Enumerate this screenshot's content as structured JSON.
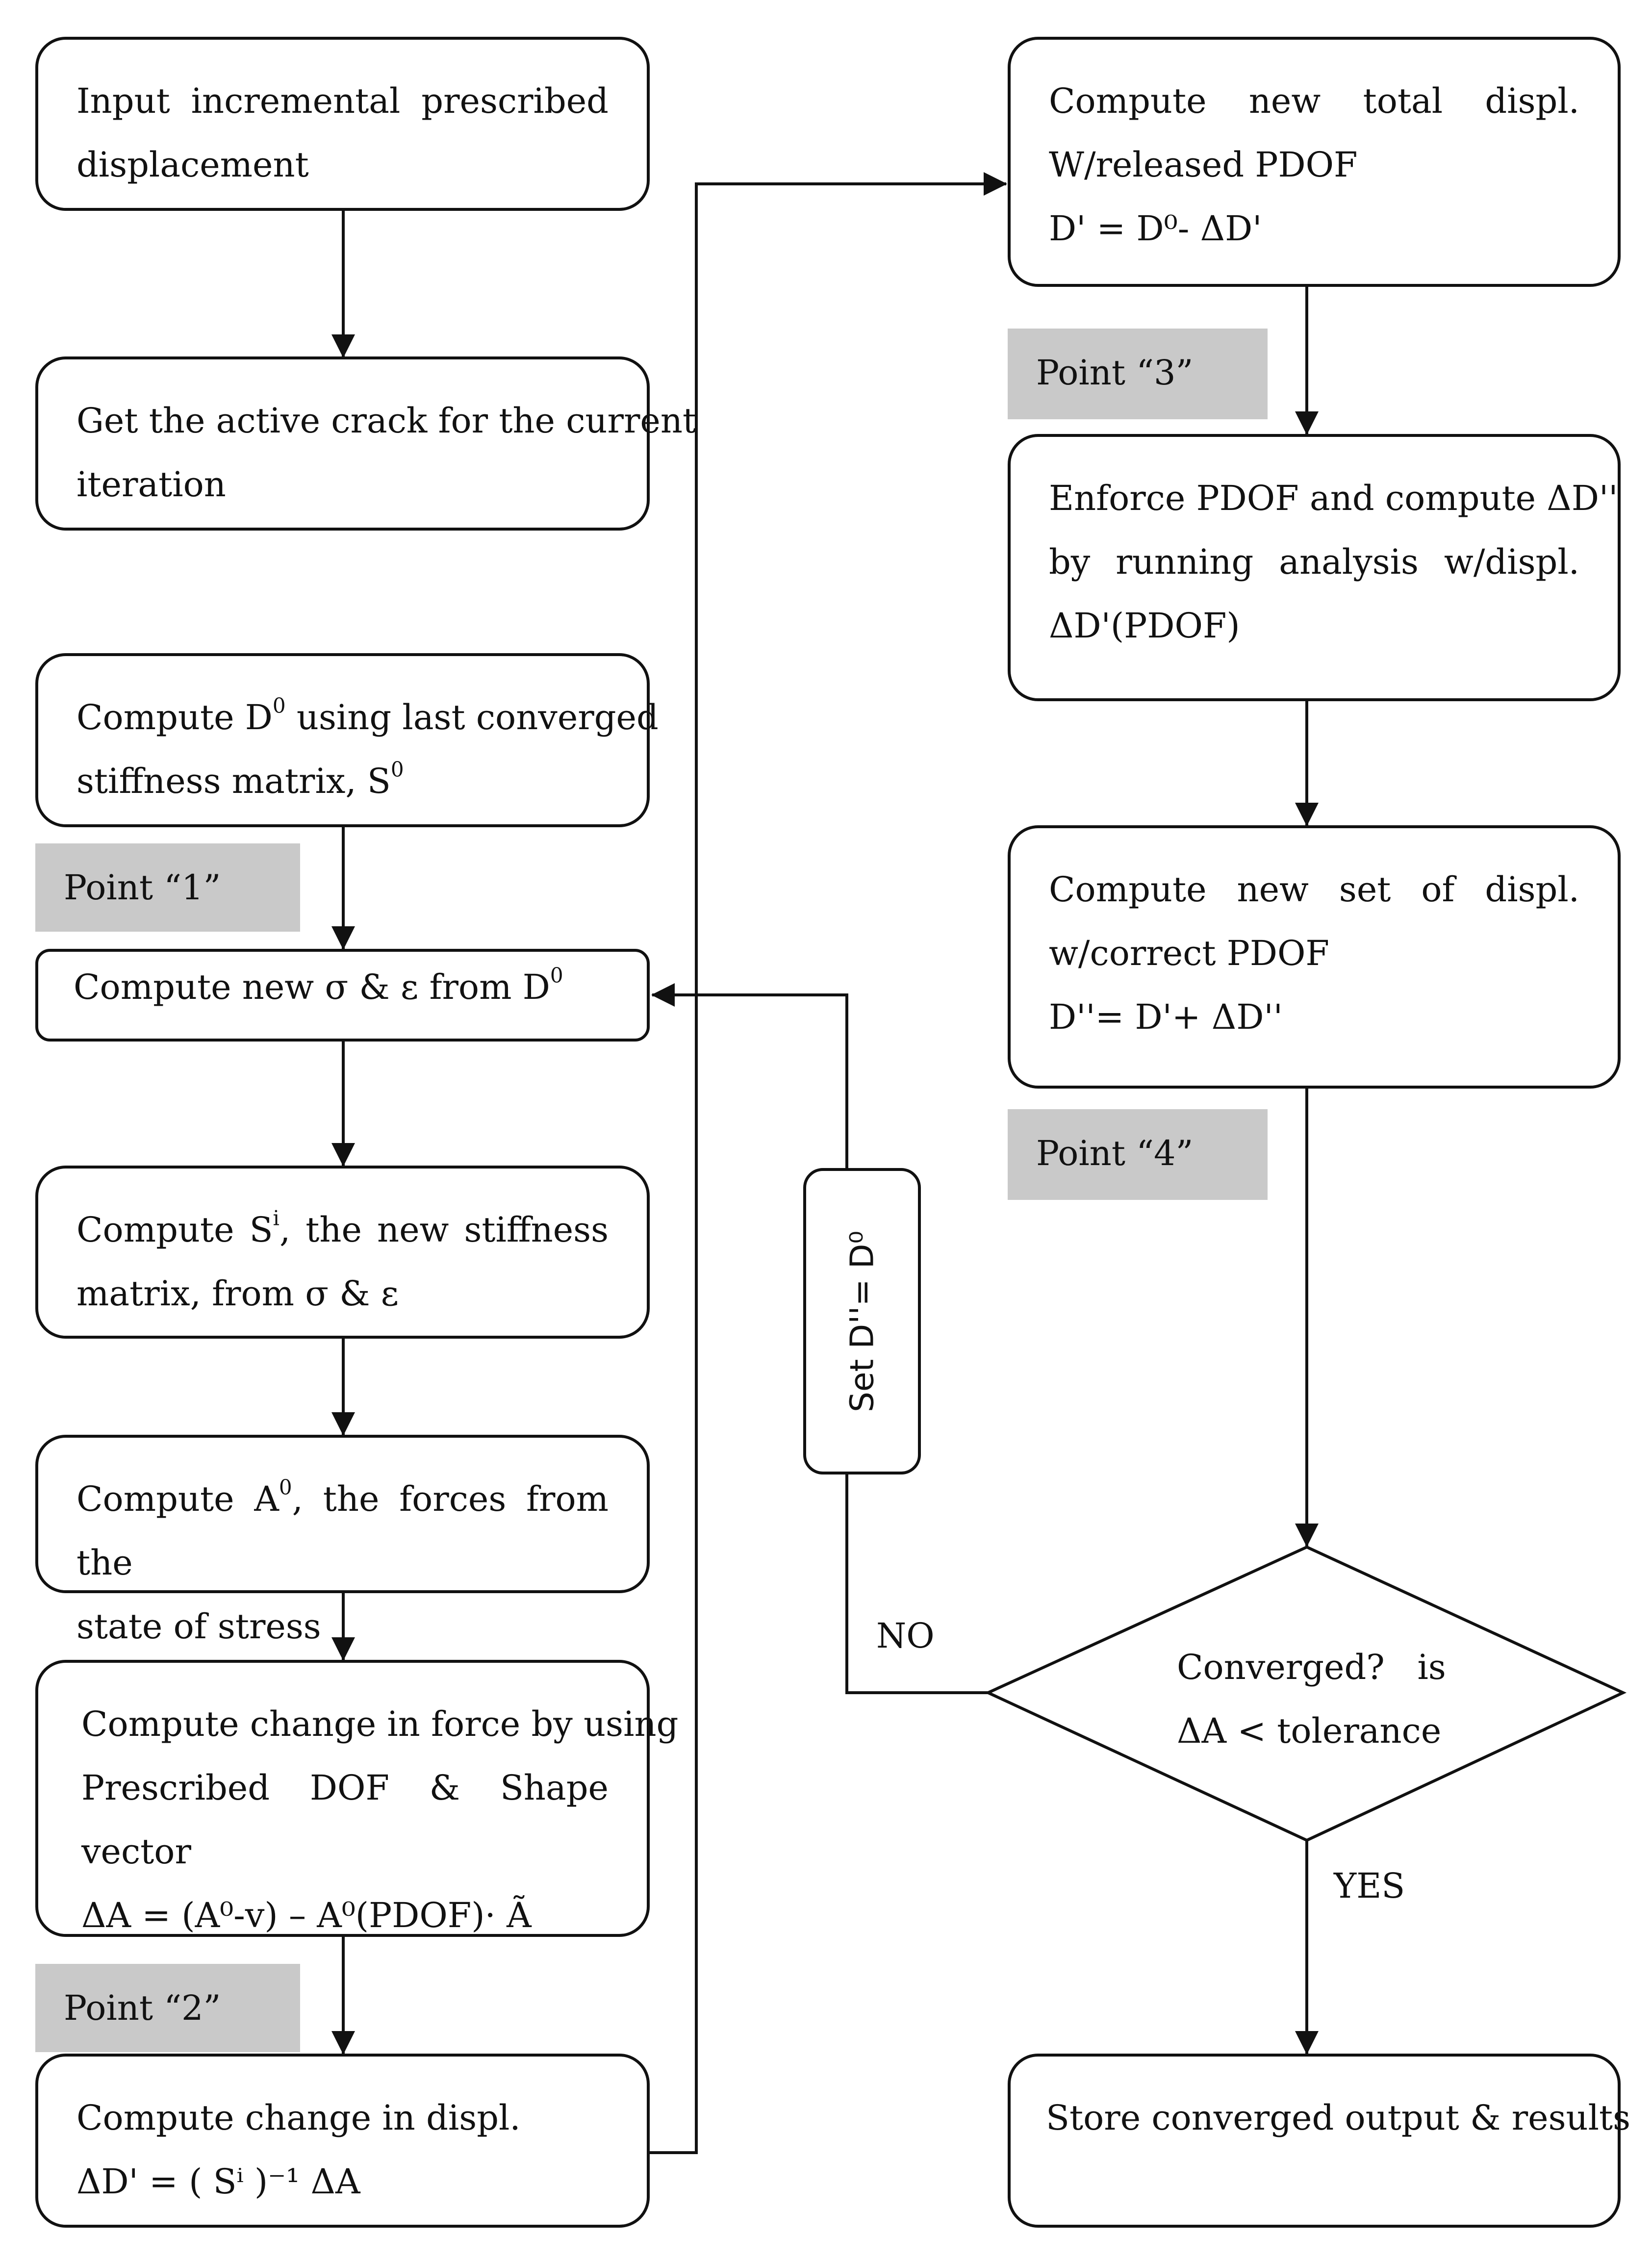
{
  "boxes": {
    "input_displacement": [
      "Input incremental prescribed",
      "displacement"
    ],
    "get_active_crack": [
      "Get the active crack for the current",
      "iteration"
    ],
    "compute_d0": {
      "line1_pre": "Compute D",
      "line1_sup": "0",
      "line1_post": " using last converged",
      "line2_pre": "stiffness matrix, S",
      "line2_sup": "0"
    },
    "compute_sigma_eps": {
      "pre": "Compute new σ & ε from D",
      "sup": "0"
    },
    "compute_si": {
      "line1_pre": "Compute S",
      "line1_sup": "i",
      "line1_post": ", the new stiffness",
      "line2": "matrix, from σ & ε"
    },
    "compute_a0": {
      "line1_pre": "Compute A",
      "line1_sup": "0",
      "line1_post": ", the forces from the",
      "line2": "state of stress"
    },
    "compute_force_change": {
      "line1": "Compute change in force by using",
      "line2": "Prescribed DOF & Shape vector",
      "line3": "ΔA = (A⁰-v) – A⁰(PDOF)· Ã"
    },
    "compute_displ_change": {
      "line1": "Compute change in displ.",
      "line2": "ΔD' = ( Sⁱ )⁻¹ ΔA"
    },
    "compute_total_displ": {
      "line1": "Compute new total displ.",
      "line2": "W/released PDOF",
      "line3": "D' = D⁰- ΔD'"
    },
    "enforce_pdof": {
      "line1": "Enforce PDOF and compute ΔD''",
      "line2": "by running analysis w/displ.",
      "line3": "ΔD'(PDOF)"
    },
    "compute_new_set": {
      "line1": "Compute new set of displ.",
      "line2": "w/correct PDOF",
      "line3": "D''= D'+ ΔD''"
    },
    "store_output": "Store converged output & results"
  },
  "points": {
    "p1": "Point “1”",
    "p2": "Point “2”",
    "p3": "Point “3”",
    "p4": "Point “4”"
  },
  "decision": {
    "line1": "Converged?   is",
    "line2": "ΔA < tolerance"
  },
  "set_box": "Set D''= D⁰",
  "labels": {
    "no": "NO",
    "yes": "YES"
  },
  "colors": {
    "line": "#111111",
    "point_fill": "#c9c9c9"
  }
}
